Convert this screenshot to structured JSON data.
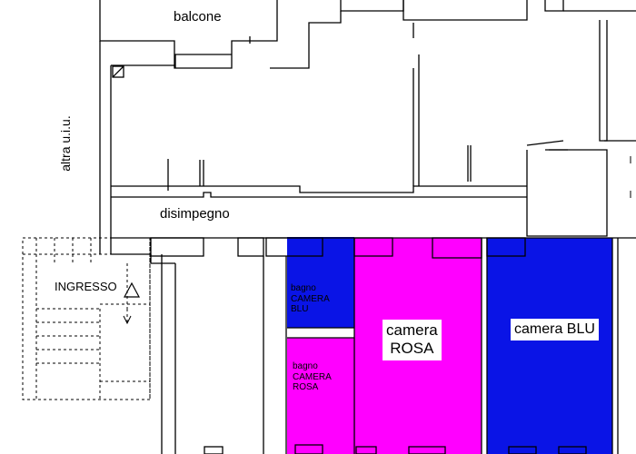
{
  "labels": {
    "balcone": "balcone",
    "altra_uiu": "altra u.i.u.",
    "disimpegno": "disimpegno",
    "ingresso": "INGRESSO",
    "bagno_blu": [
      "bagno",
      "CAMERA",
      "BLU"
    ],
    "bagno_rosa": [
      "bagno",
      "CAMERA",
      "ROSA"
    ],
    "camera_rosa": [
      "camera",
      "ROSA"
    ],
    "camera_blu": "camera BLU"
  },
  "colors": {
    "blu": "#0a14e6",
    "rosa": "#ff00ff",
    "wall": "#000000",
    "background": "#ffffff"
  },
  "icons": {
    "entrance": "triangle-icon"
  }
}
